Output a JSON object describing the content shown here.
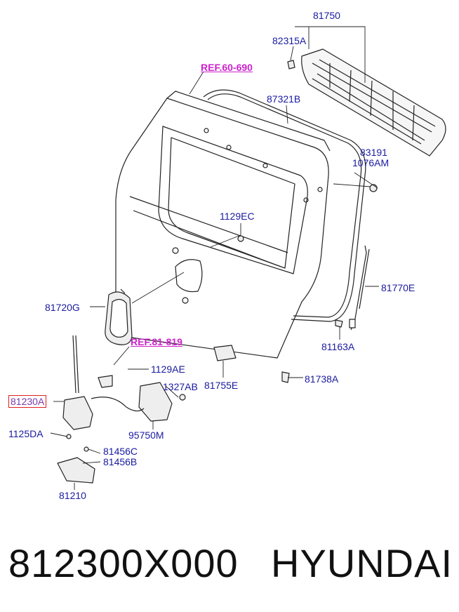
{
  "labels": {
    "p81750": "81750",
    "p82315A": "82315A",
    "ref60": "REF.60-690",
    "p87321B": "87321B",
    "p83191": "83191",
    "p1076AM": "1076AM",
    "p1129EC": "1129EC",
    "p81770E": "81770E",
    "p81720G": "81720G",
    "p81163A": "81163A",
    "ref81": "REF.81-819",
    "p1129AE": "1129AE",
    "p81755E": "81755E",
    "p81738A": "81738A",
    "p1327AB": "1327AB",
    "p81230A": "81230A",
    "p95750M": "95750M",
    "p1125DA": "1125DA",
    "p81456C": "81456C",
    "p81456B": "81456B",
    "p81210": "81210"
  },
  "footer": {
    "part_number": "812300X000",
    "brand": "HYUNDAI"
  },
  "colors": {
    "label": "#1a1aa0",
    "ref": "#cc22cc",
    "highlight_border": "#e02020",
    "line": "#222222"
  }
}
